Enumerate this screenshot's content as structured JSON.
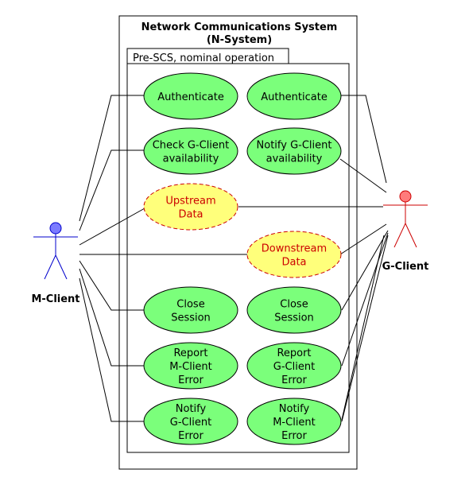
{
  "system": {
    "title_line1": "Network Communications System",
    "title_line2": "(N-System)"
  },
  "frame": {
    "label": "Pre-SCS, nominal operation"
  },
  "actors": {
    "m_client": {
      "name": "M-Client",
      "color": "#7b7bff"
    },
    "g_client": {
      "name": "G-Client",
      "color": "#ff7b7b"
    }
  },
  "colors": {
    "use_case_fill": "#7bff7b",
    "highlight_fill": "#ffff7b",
    "highlight_text": "#cc0000"
  },
  "use_cases": {
    "auth_m": [
      "Authenticate"
    ],
    "auth_g": [
      "Authenticate"
    ],
    "check_avail": [
      "Check G-Client",
      "availability"
    ],
    "notify_avail": [
      "Notify G-Client",
      "availability"
    ],
    "upstream": [
      "Upstream",
      "Data"
    ],
    "downstream": [
      "Downstream",
      "Data"
    ],
    "close_m": [
      "Close",
      "Session"
    ],
    "close_g": [
      "Close",
      "Session"
    ],
    "report_m": [
      "Report",
      "M-Client",
      "Error"
    ],
    "report_g": [
      "Report",
      "G-Client",
      "Error"
    ],
    "notify_g_err": [
      "Notify",
      "G-Client",
      "Error"
    ],
    "notify_m_err": [
      "Notify",
      "M-Client",
      "Error"
    ]
  }
}
